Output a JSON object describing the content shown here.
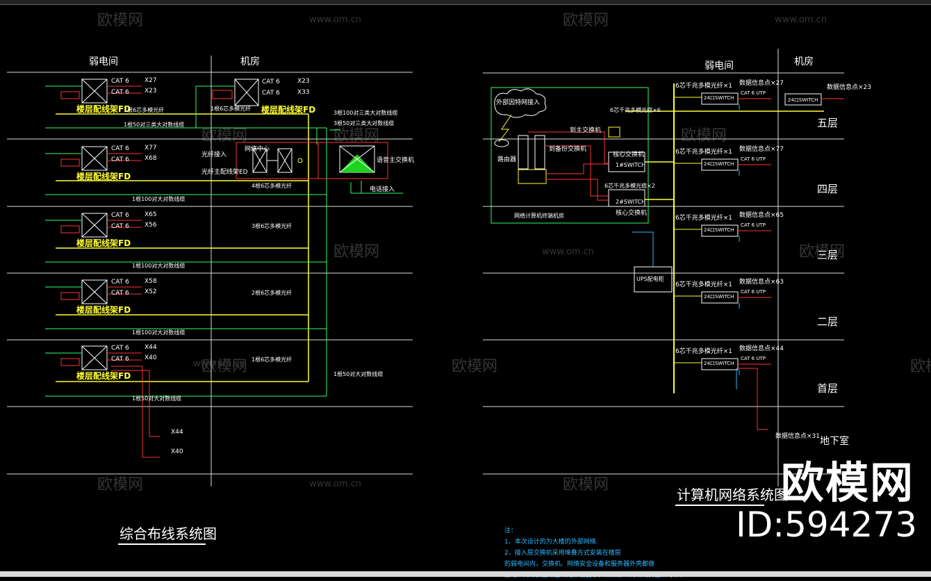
{
  "brand": {
    "name": "欧模网",
    "id_label": "ID:594273"
  },
  "watermark": {
    "brand": "欧模网",
    "url": "www.om.cn"
  },
  "left": {
    "title": "综合布线系统图",
    "header_weak": "弱电间",
    "header_machine": "机房",
    "cat": "CAT 6",
    "fd_label": "楼层配线架FD",
    "floors": [
      {
        "x1": "X27",
        "x2": "X23",
        "fiber": "1根6芯多模光纤",
        "cable": "1根50对三类大对数线缆"
      },
      {
        "x1": "X77",
        "x2": "X68",
        "fiber": "4根6芯多模光纤",
        "cable": "1根100对大对数线缆"
      },
      {
        "x1": "X65",
        "x2": "X56",
        "fiber": "3根6芯多模光纤",
        "cable": "1根100对大对数线缆"
      },
      {
        "x1": "X58",
        "x2": "X52",
        "fiber": "2根6芯多模光纤",
        "cable": "1根100对大对数线缆"
      },
      {
        "x1": "X44",
        "x2": "X40",
        "fiber": "1根6芯多模光纤",
        "cable": "1根50对大对数线缆"
      }
    ],
    "room": {
      "x1": "X23",
      "x2": "X33",
      "fiber": "1根6芯多模光纤",
      "network_center": "网络中心",
      "fiber_in": "光纤接入",
      "fiber_main": "光纤主配线架ED",
      "phone_switch": "语音主交换机",
      "phone_in": "电话接入",
      "trunk1": "3根100对三类大对数线缆",
      "trunk2": "3根50对三类大对数线缆",
      "riser_cable": "1根50对大对数线缆"
    },
    "bottom_outlets": [
      "X44",
      "X40"
    ]
  },
  "right": {
    "title": "计算机网络系统图",
    "header_weak": "弱电间",
    "header_machine": "机房",
    "floors": [
      {
        "name": "五层",
        "points": "数据信息点×27"
      },
      {
        "name": "四层",
        "points": "数据信息点×77"
      },
      {
        "name": "三层",
        "points": "数据信息点×65"
      },
      {
        "name": "二层",
        "points": "数据信息点×63"
      },
      {
        "name": "首层",
        "points": "数据信息点×44"
      }
    ],
    "basement": "地下室",
    "basement_points": "数据信息点×31",
    "top_machine_points": "数据信息点×23",
    "fiber_module": "6芯千兆多模光纤×1",
    "switch": "24口SWITCH",
    "cat": "CAT 6 UTP",
    "external": "外部因特网接入",
    "router": "路由器",
    "to_main": "到主交换机",
    "to_backup": "到备份交换机",
    "core_switch": "核心交换机",
    "core_switch2": "核心交换机",
    "fiber6": "6芯千兆多模光缆×6",
    "fiber2": "6芯千兆多模光缆×2",
    "sw1": "1#SWITCH",
    "sw2": "2#SWITCH",
    "ups": "UPS配电柜",
    "room_box": "网络计算机终端机房"
  },
  "notes": [
    "注：",
    "1、本次设计的为大楼的外部网络.",
    "2、接入层交换机采用堆叠方式安装在楼层",
    "的弱电间内，交换机、网络安全设备和服务器外壳都做",
    "接地，网络安全设备满足保密要求，确保办公网络的安全和可靠。"
  ]
}
